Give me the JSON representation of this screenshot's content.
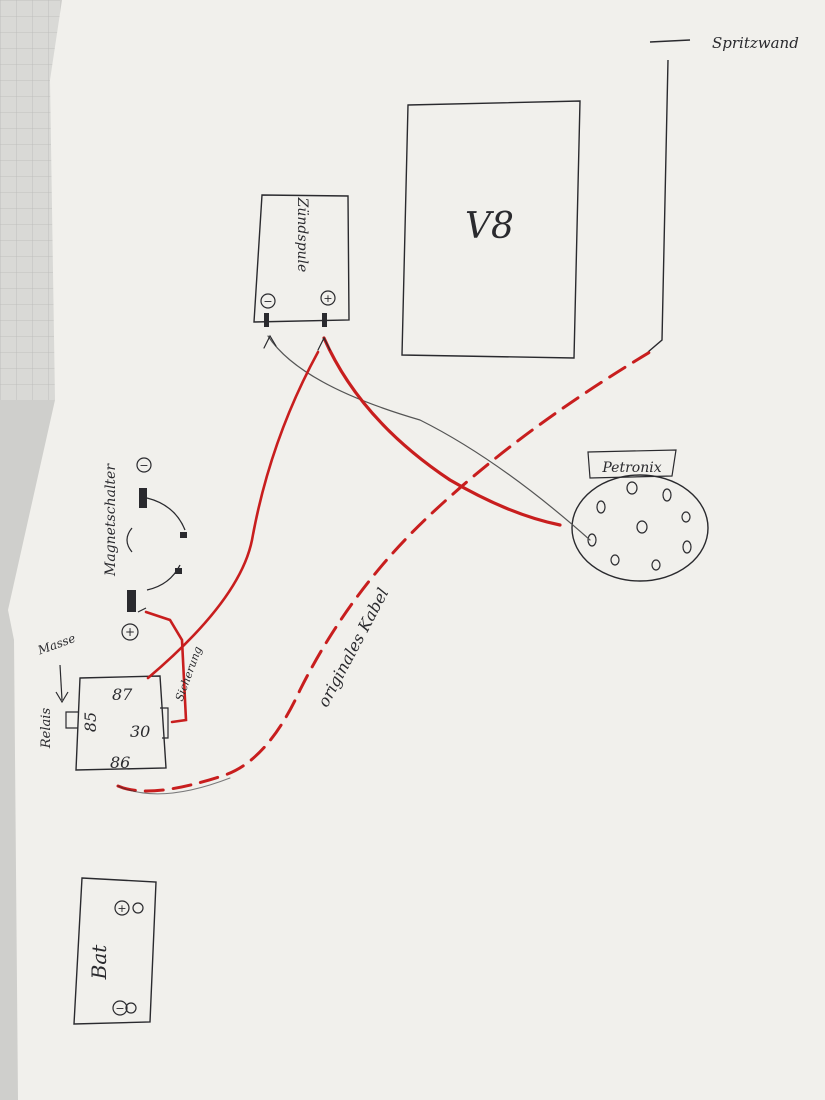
{
  "labels": {
    "wall": "Spritzwand",
    "engine": "V8",
    "coil": "Zündspule",
    "coil_minus": "−",
    "coil_plus": "+",
    "distributor": "Petronix",
    "solenoid": "Magnetschalter",
    "solenoid_minus": "−",
    "solenoid_plus": "+",
    "fuse": "Sicherung",
    "ground": "Masse",
    "relay": "Relais",
    "relay_87": "87",
    "relay_85": "85",
    "relay_30": "30",
    "relay_86": "86",
    "original_cable": "originales Kabel",
    "battery": "Bat",
    "battery_plus": "+",
    "battery_minus": "−"
  },
  "colors": {
    "paper": "#f1f0ec",
    "grid_paper": "#ecebe7",
    "ink": "#2a2a2e",
    "red_wire": "#c81e1e",
    "thin_wire": "#555555"
  },
  "connections": [
    {
      "from": "Relais 87",
      "to": "Zündspule +",
      "style": "red"
    },
    {
      "from": "Zündspule +",
      "to": "Petronix",
      "style": "red"
    },
    {
      "from": "Zündspule −",
      "to": "Petronix",
      "style": "thin"
    },
    {
      "from": "Relais 30",
      "to": "Magnetschalter +",
      "style": "red",
      "via": "Sicherung"
    },
    {
      "from": "Relais 86",
      "to": "Spritzwand",
      "style": "red-dashed",
      "label": "originales Kabel"
    },
    {
      "from": "Relais 85",
      "to": "Masse",
      "style": "thin"
    }
  ]
}
